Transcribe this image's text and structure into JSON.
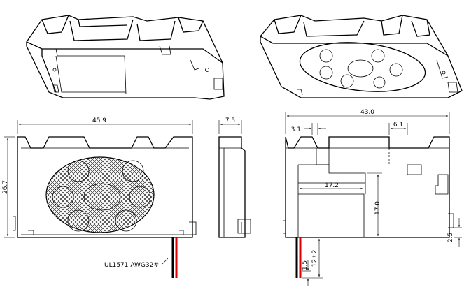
{
  "front_view": {
    "width_label": "45.9",
    "height_label": "26.7",
    "wire_label": "UL1571 AWG32#"
  },
  "side_view": {
    "depth_label": "7.5"
  },
  "back_view": {
    "width_label": "43.0",
    "left_offset_label": "3.1",
    "right_offset_label": "6.1",
    "inner_width_label": "17.2",
    "inner_height_label": "17.0",
    "pad_label": "2.5",
    "wire_length_label": "12±2",
    "strip_label": "1.5"
  },
  "colors": {
    "wire_red": "#e00000",
    "wire_black": "#000000",
    "line": "#000000"
  }
}
